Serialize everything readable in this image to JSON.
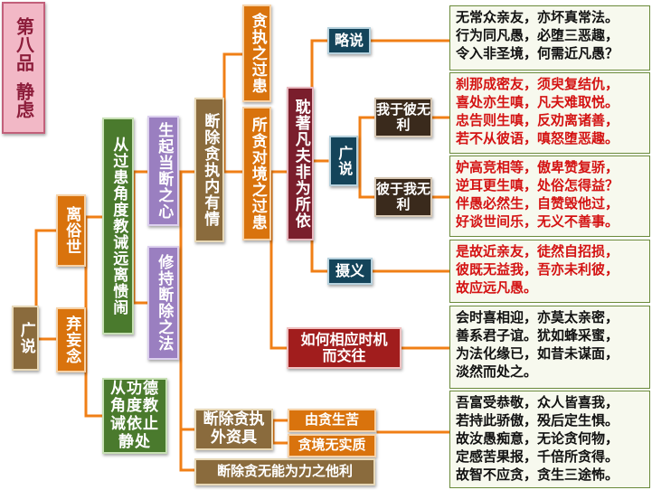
{
  "title": {
    "line1": "第八品",
    "line2": "静虑"
  },
  "nodes": {
    "guangshuo": "广说",
    "liyushi": "离俗世",
    "qiwangnian": "弃妄念",
    "congguohuan": "从过患角度教诫远离愦闹",
    "conggongde": "从功德角度教诫依止静处",
    "shengqi": "生起当断之心",
    "xiuchi": "修持断除之法",
    "duanchu_neiyou": "断除贪执内有情",
    "tanzhi_guohuan": "贪执之过患",
    "suotan_guohuan": "所贪对境之过患",
    "danzhuo": "耽著凡夫非为所依",
    "lueshuo": "略说",
    "guangshuo2": "广说",
    "wo_yu_bi": "我于彼无利",
    "bi_yu_wo": "彼于我无利",
    "sheyi": "摄义",
    "ruhe": "如何相应时机而交往",
    "duanchu_waizi": "断除贪执外资具",
    "youtan_shengku": "由贪生苦",
    "tanjing_wushizhi": "贪境无实质",
    "duanchu_other": "断除贪无能为力之他利"
  },
  "verses": {
    "v1": [
      "无常众亲友，亦坏真常法。",
      "行为同凡愚，必堕三恶趣，",
      "令入非圣境，何需近凡愚？"
    ],
    "v2": [
      "刹那成密友，须臾复结仇，",
      "喜处亦生嗔，凡夫难取悦。",
      "忠告则生嗔，反劝离诸善，",
      "若不从彼语，嗔怒堕恶趣。"
    ],
    "v3": [
      "妒高竞相等，傲卑赞复骄，",
      "逆耳更生嗔，处俗怎得益？",
      "伴愚必然生，自赞毁他过，",
      "好谈世间乐，无义不善事。"
    ],
    "v4": [
      "是故近亲友，徒然自招损，",
      "彼既无益我，吾亦未利彼，",
      "故应远凡愚。"
    ],
    "v5": [
      "会时喜相迎，亦莫太亲密，",
      "善系君子谊。犹如蜂采蜜，",
      "为法化缘已，如昔未谋面，",
      "淡然而处之。"
    ],
    "v6": [
      "吾富受恭敬，众人皆喜我，",
      "若持此骄傲，殁后定生惧。",
      "故汝愚痴意，无论贪何物，",
      "定感苦果报，千倍所贪得。",
      "故智不应贪，贪生三途怖。"
    ]
  },
  "colors": {
    "line": "#f07f16",
    "title_bg": "#f2b8c6",
    "red_text": "#d41313"
  }
}
